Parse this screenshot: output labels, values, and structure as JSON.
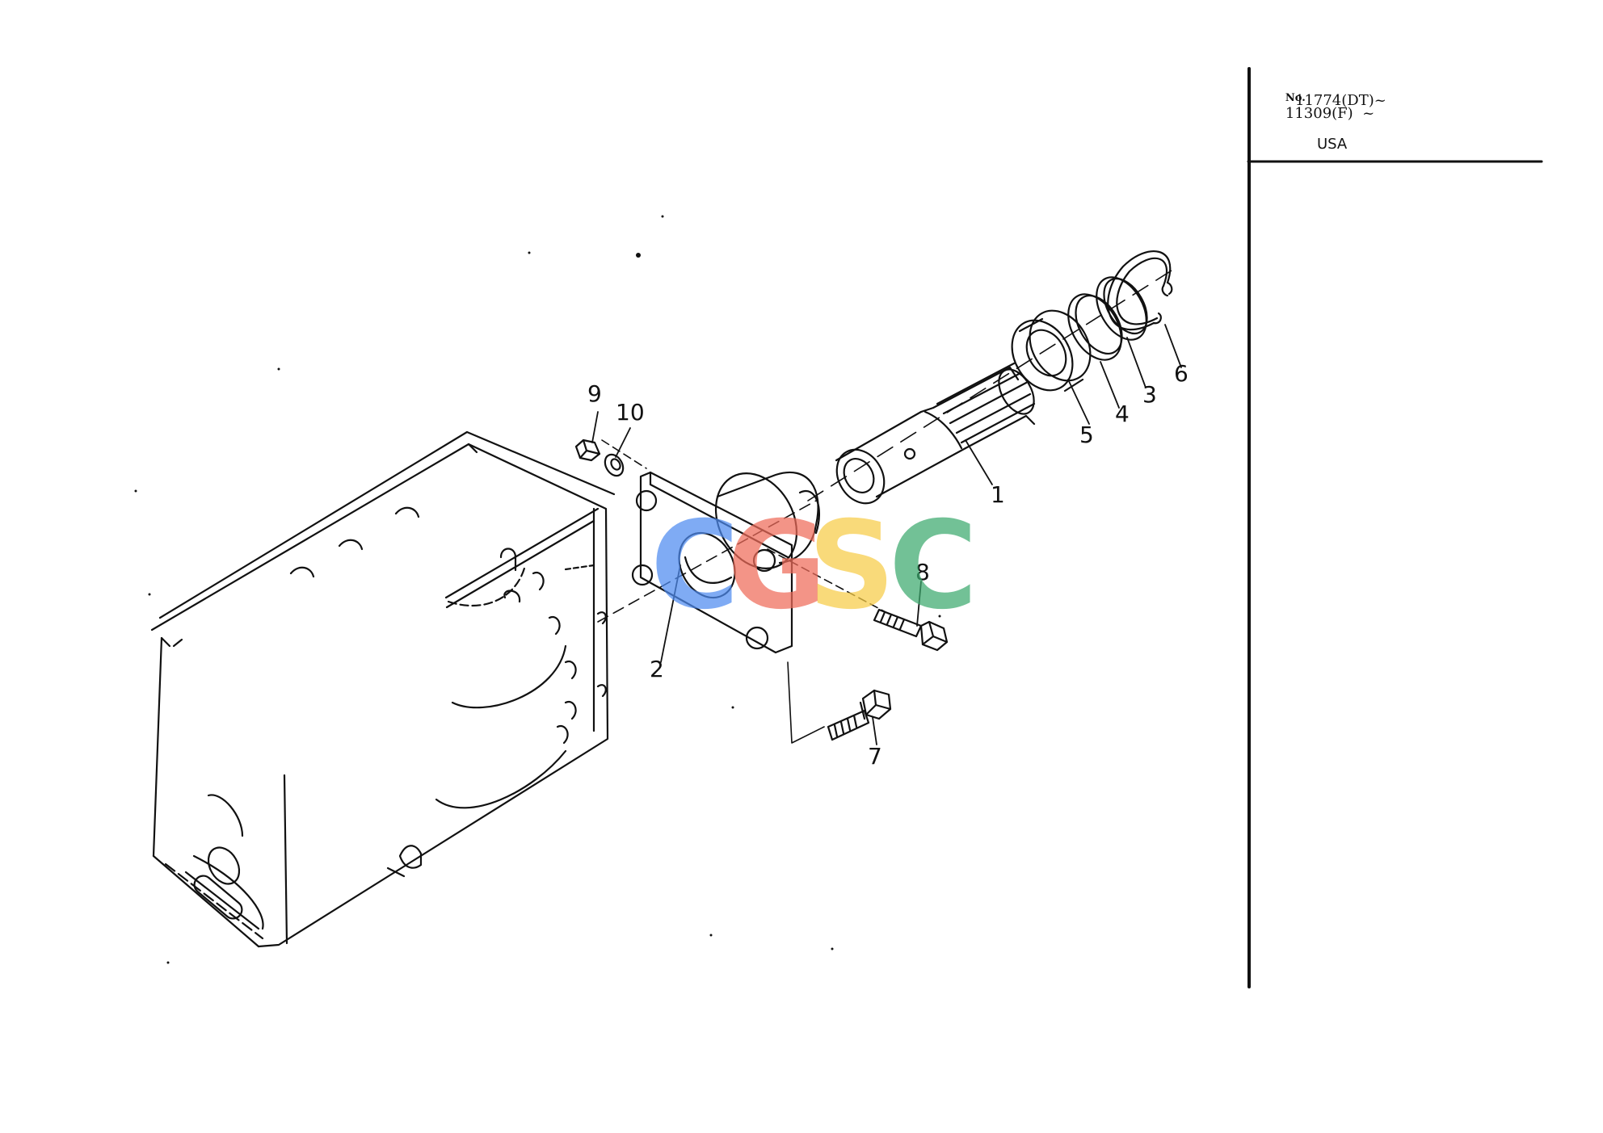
{
  "header": {
    "serial_prefix": "No.",
    "serial_line_1": "11309(F)  ~",
    "serial_line_2": "11774(DT)~",
    "region": "USA"
  },
  "callouts": [
    "1",
    "2",
    "3",
    "4",
    "5",
    "6",
    "7",
    "8",
    "9",
    "10"
  ],
  "watermark": {
    "letters": [
      "C",
      "G",
      "S",
      "C"
    ],
    "colors": [
      "#4f8cf0",
      "#ef6b5a",
      "#f7cc47",
      "#3daa6e"
    ]
  },
  "colors": {
    "ink": "#111111",
    "paper": "#ffffff"
  }
}
